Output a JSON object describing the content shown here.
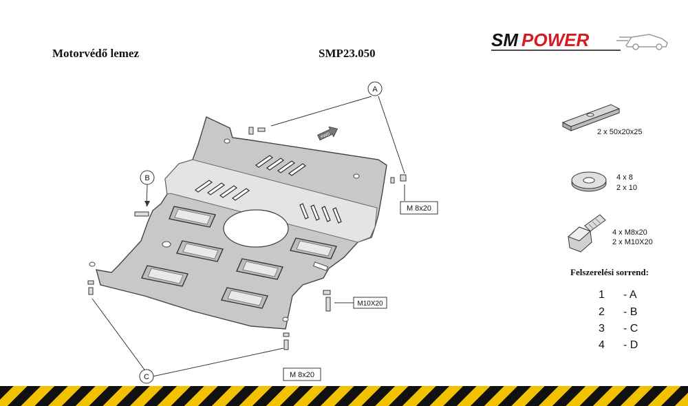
{
  "header": {
    "part_name": "Motorvédő lemez",
    "part_code": "SMP23.050"
  },
  "logo": {
    "text_sm": "SM",
    "text_power": "POWER",
    "colors": {
      "sm": "#111111",
      "power": "#d71920"
    }
  },
  "callouts": {
    "a": "A",
    "b": "B",
    "c": "C",
    "bolt_m8_right": "M 8x20",
    "bolt_m10": "M10X20",
    "bolt_m8_bottom": "M 8x20",
    "fwd_arrow": "FWD"
  },
  "accessories": {
    "plate": "2 x 50x20x25",
    "washer": [
      "4 x 8",
      "2 x 10"
    ],
    "bolt": [
      "4 x M8x20",
      "2 x M10X20"
    ]
  },
  "installation": {
    "title": "Felszerelési sorrend:",
    "steps": [
      {
        "num": "1",
        "label": "- A"
      },
      {
        "num": "2",
        "label": "- B"
      },
      {
        "num": "3",
        "label": "- C"
      },
      {
        "num": "4",
        "label": "- D"
      }
    ]
  },
  "colors": {
    "hazard_yellow": "#f2c200",
    "hazard_black": "#111111",
    "plate": "#c8c8c8"
  }
}
